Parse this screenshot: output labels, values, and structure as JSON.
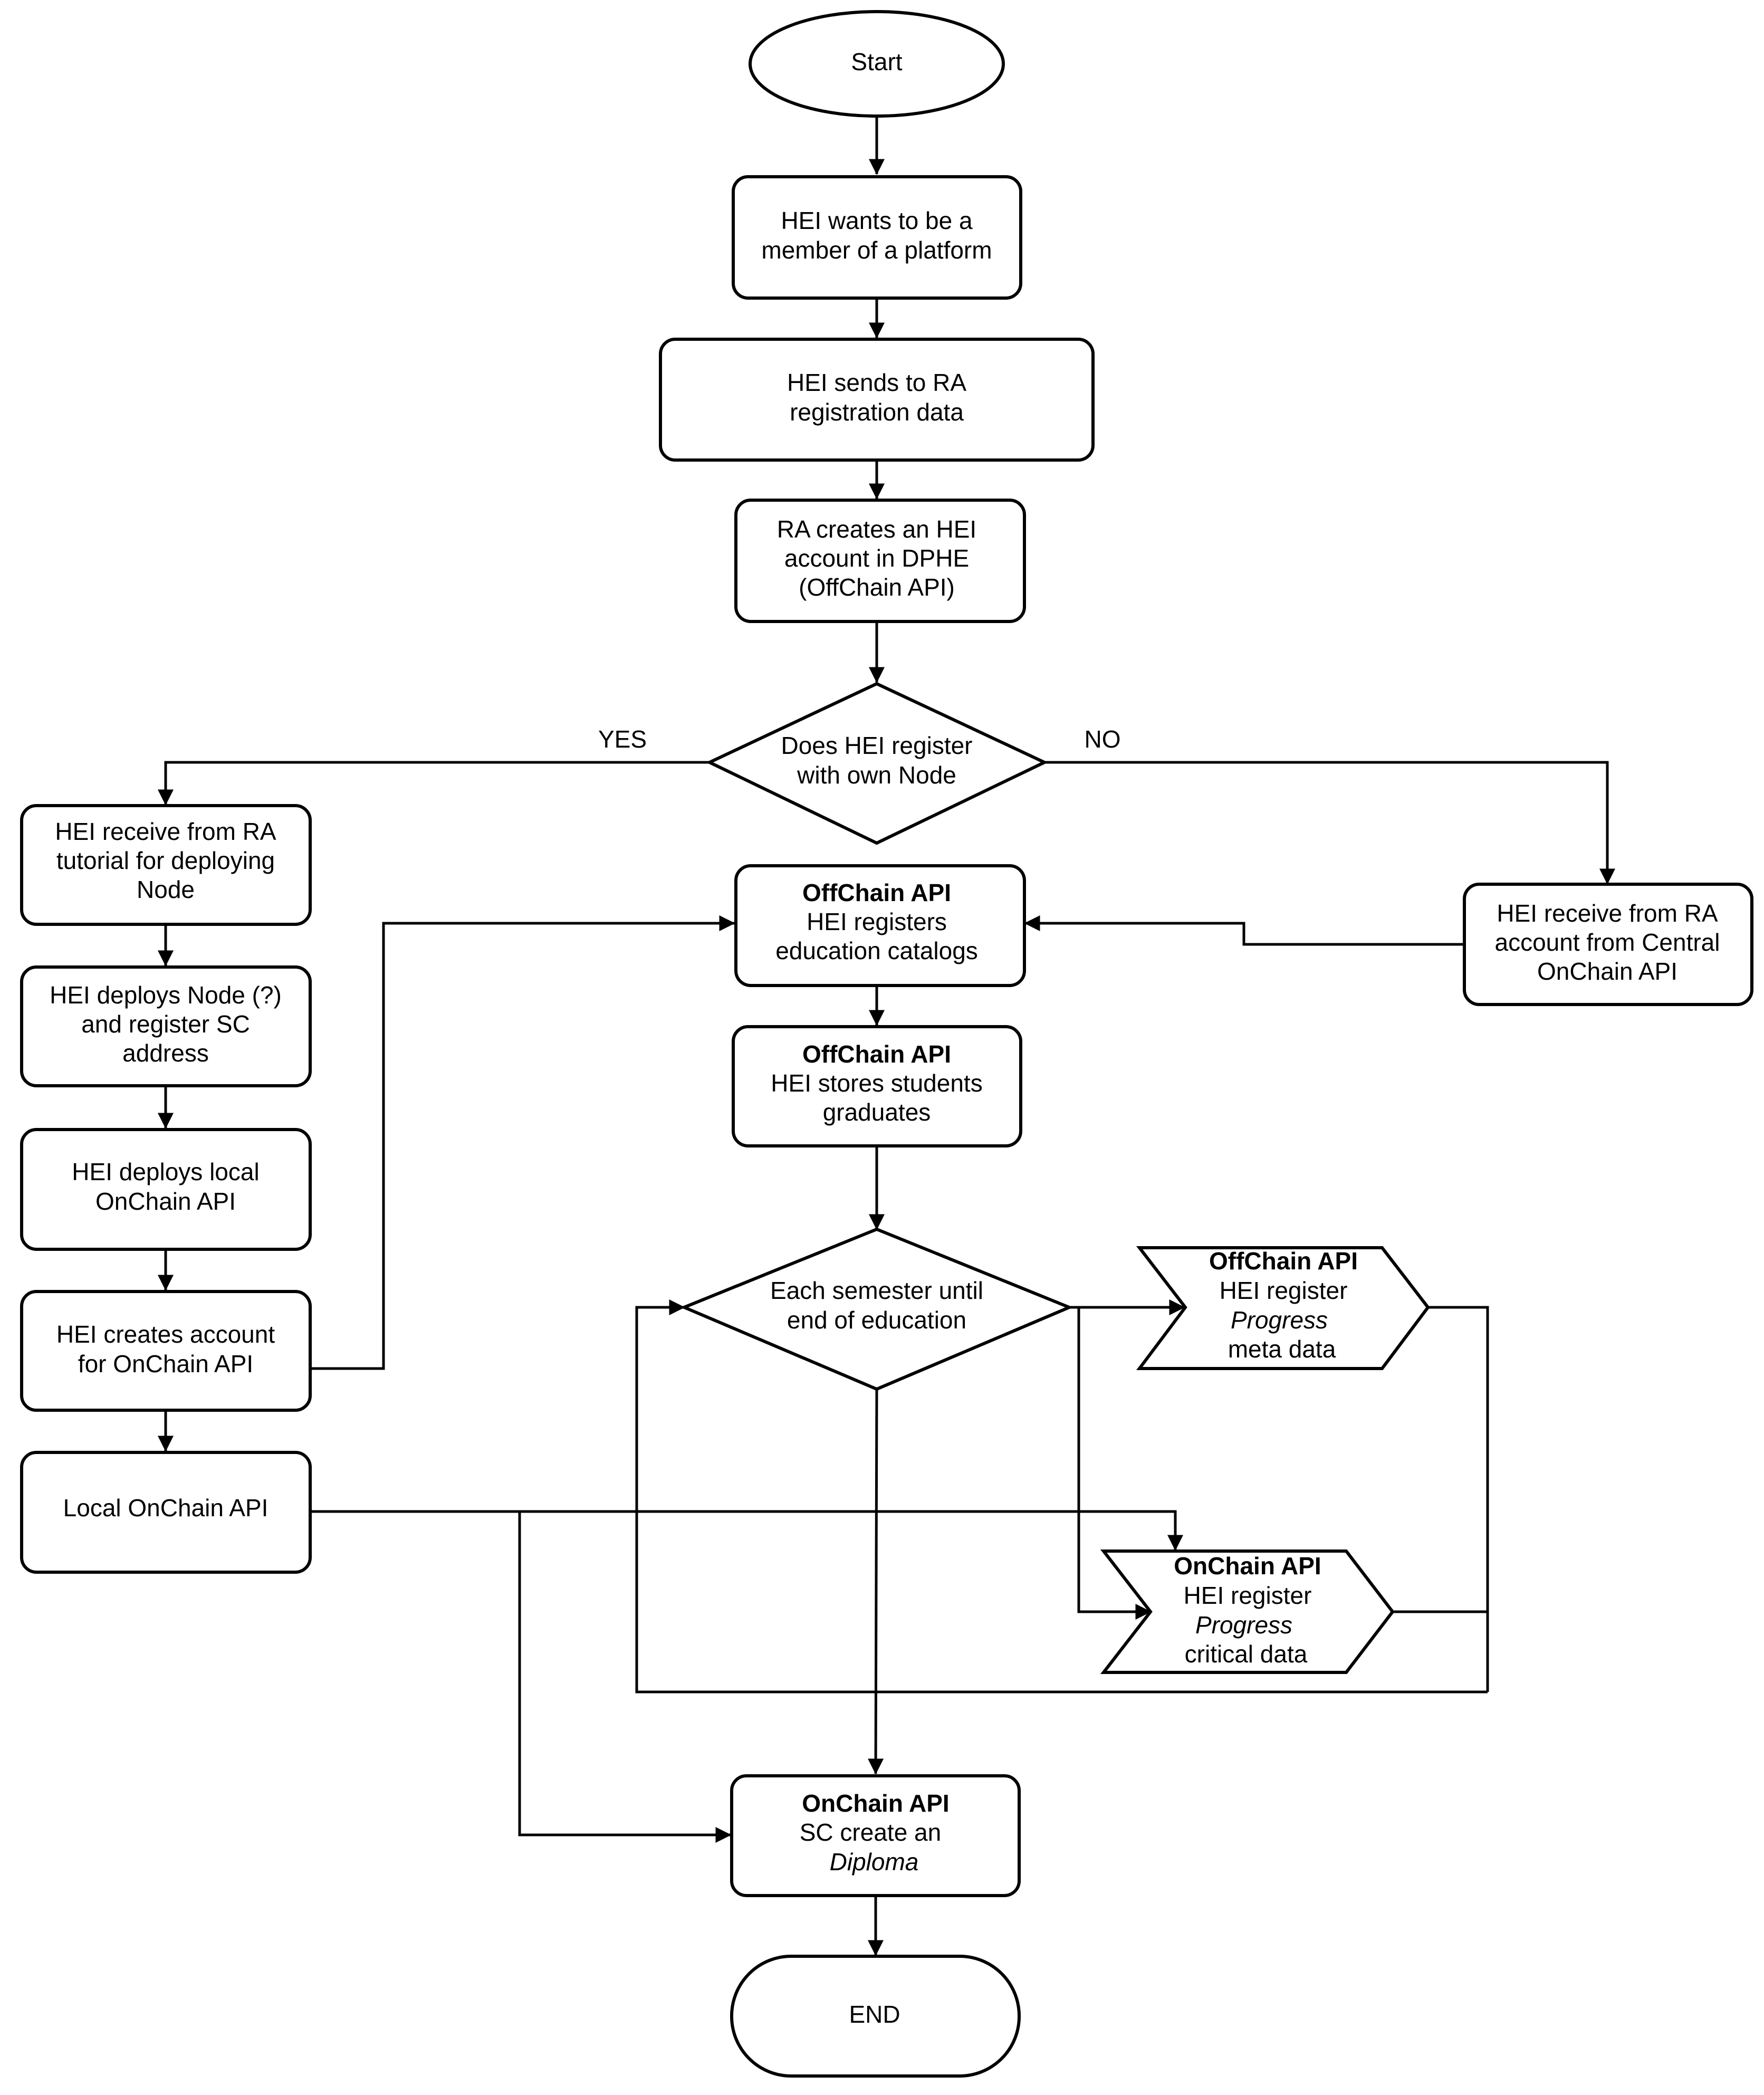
{
  "nodes": {
    "start": {
      "text": "Start"
    },
    "wants_member": {
      "line1": "HEI wants to be a",
      "line2": "member of a platform"
    },
    "sends_ra": {
      "line1": "HEI sends to RA",
      "line2": "registration data"
    },
    "ra_creates": {
      "line1": "RA creates an HEI",
      "line2": "account in DPHE",
      "line3": "(OffChain API)"
    },
    "decision_node": {
      "line1": "Does HEI register",
      "line2": "with own Node"
    },
    "receive_tutorial": {
      "line1": "HEI receive from RA",
      "line2": "tutorial for deploying",
      "line3": "Node"
    },
    "deploys_node": {
      "line1": "HEI deploys Node (?)",
      "line2": "and register SC",
      "line3": "address"
    },
    "deploys_local": {
      "line1": "HEI deploys local",
      "line2": "OnChain API"
    },
    "creates_account": {
      "line1": "HEI creates account",
      "line2": "for OnChain API"
    },
    "local_onchain": {
      "text": "Local OnChain API"
    },
    "registers_catalogs": {
      "title": "OffChain API",
      "line1": "HEI registers",
      "line2": "education catalogs"
    },
    "stores_students": {
      "title": "OffChain API",
      "line1": "HEI stores students",
      "line2": "graduates"
    },
    "receive_central": {
      "line1": "HEI receive from RA",
      "line2": "account from Central",
      "line3": "OnChain API"
    },
    "decision_semester": {
      "line1": "Each semester until",
      "line2": "end of education"
    },
    "progress_meta": {
      "title": "OffChain API",
      "line1": "HEI  register",
      "line2": "Progress",
      "line3": "meta data"
    },
    "progress_critical": {
      "title": "OnChain API",
      "line1": "HEI register",
      "line2": "Progress",
      "line3": "critical data"
    },
    "diploma": {
      "title": "OnChain API",
      "line1": "SC create an",
      "line2": "Diploma"
    },
    "end": {
      "text": "END"
    }
  },
  "edge_labels": {
    "yes": "YES",
    "no": "NO"
  }
}
